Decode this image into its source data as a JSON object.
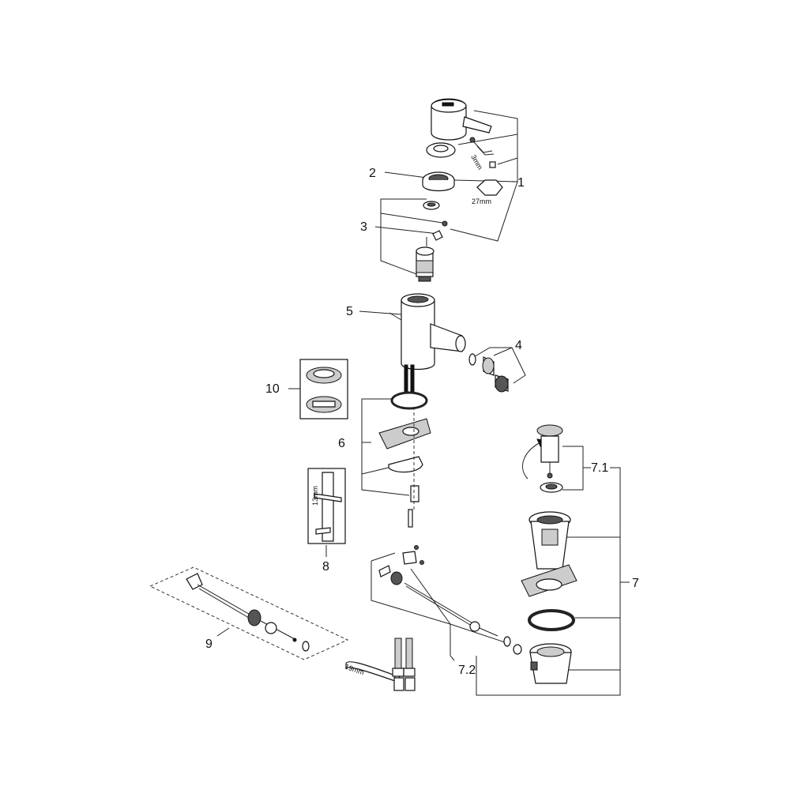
{
  "labels": {
    "p1": "1",
    "p2": "2",
    "p3": "3",
    "p4": "4",
    "p5": "5",
    "p6": "6",
    "p7": "7",
    "p7_1": "7.1",
    "p7_2": "7.2",
    "p8": "8",
    "p9": "9",
    "p10": "10"
  },
  "dimensions": {
    "allen_key": "3mm",
    "hex_nut": "27mm",
    "socket_key": "13mm",
    "spanner": "19mm"
  }
}
